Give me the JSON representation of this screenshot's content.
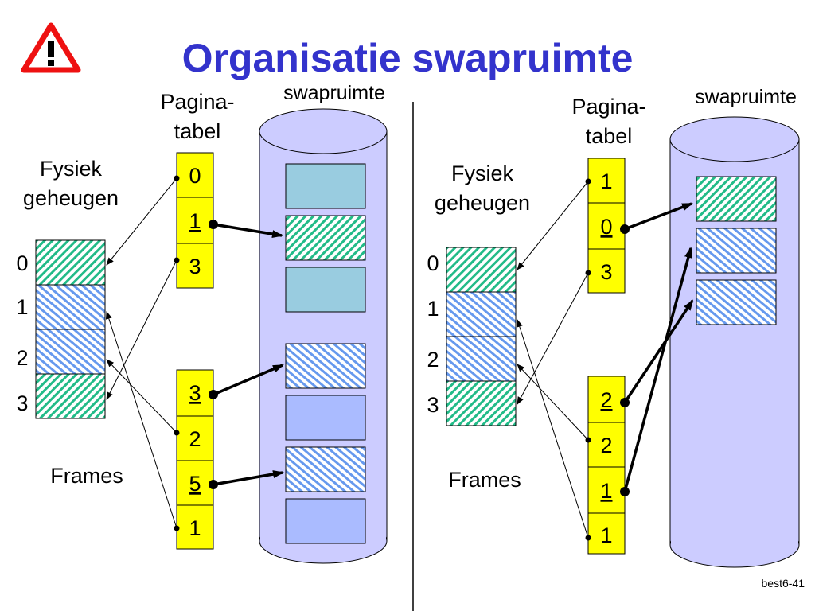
{
  "slide": {
    "title": "Organisatie swapruimte",
    "footer": "best6-41",
    "warning_icon": "warning-triangle-icon",
    "colors": {
      "title": "#3333cc",
      "table_cell": "#ffff00",
      "swap_cylinder": "#ccccff",
      "block_plain_teal": "#99cce0",
      "block_plain_blue": "#aabbff",
      "hatch_green": "#22bb88",
      "hatch_blue": "#6699ee",
      "modified_text": "#ff0000"
    }
  },
  "left": {
    "page_table_label": [
      "Pagina-",
      "tabel"
    ],
    "swap_label": "swapruimte",
    "memory_label": [
      "Fysiek",
      "geheugen"
    ],
    "frames_label": "Frames",
    "frame_numbers": [
      "0",
      "1",
      "2",
      "3"
    ],
    "table_top": [
      {
        "value": "0",
        "modified": false
      },
      {
        "value": "1",
        "modified": true
      },
      {
        "value": "3",
        "modified": false
      }
    ],
    "table_bottom": [
      {
        "value": "3",
        "modified": true
      },
      {
        "value": "2",
        "modified": false
      },
      {
        "value": "5",
        "modified": true
      },
      {
        "value": "1",
        "modified": false
      }
    ]
  },
  "right": {
    "page_table_label": [
      "Pagina-",
      "tabel"
    ],
    "swap_label": "swapruimte",
    "memory_label": [
      "Fysiek",
      "geheugen"
    ],
    "frames_label": "Frames",
    "frame_numbers": [
      "0",
      "1",
      "2",
      "3"
    ],
    "table_top": [
      {
        "value": "1",
        "modified": false
      },
      {
        "value": "0",
        "modified": true
      },
      {
        "value": "3",
        "modified": false
      }
    ],
    "table_bottom": [
      {
        "value": "2",
        "modified": true
      },
      {
        "value": "2",
        "modified": false
      },
      {
        "value": "1",
        "modified": true
      },
      {
        "value": "1",
        "modified": false
      }
    ]
  }
}
